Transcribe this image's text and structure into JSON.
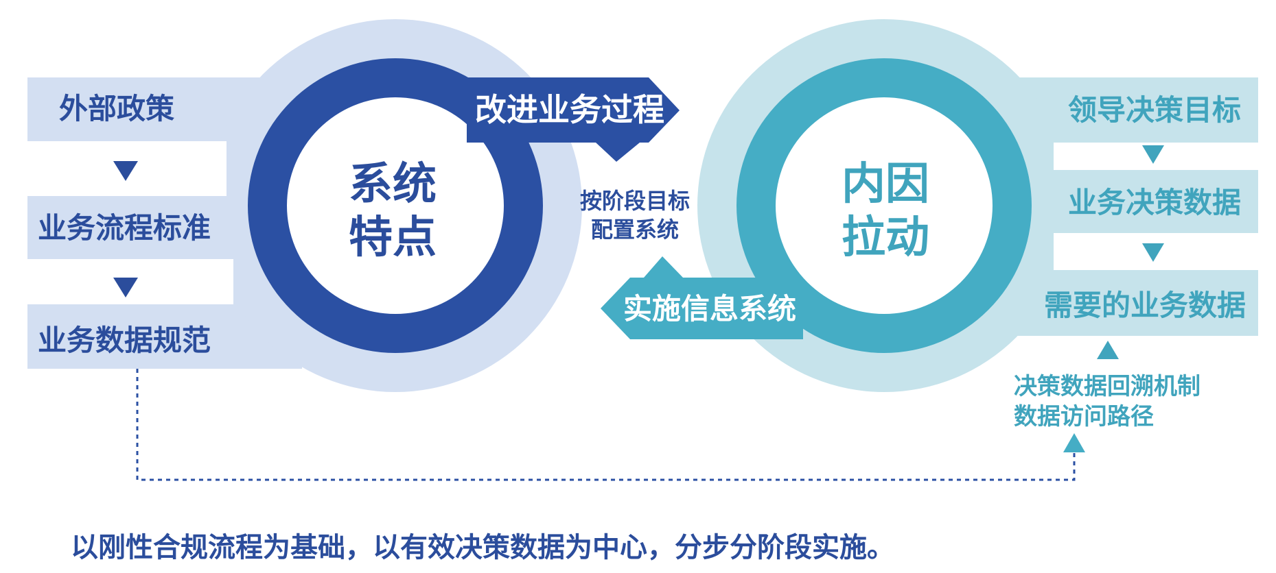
{
  "left": {
    "circle_text": [
      "系统",
      "特点"
    ],
    "items": [
      "外部政策",
      "业务流程标准",
      "业务数据规范"
    ],
    "arrow_label": "改进业务过程",
    "middle_note": [
      "按阶段目标",
      "配置系统"
    ]
  },
  "right": {
    "circle_text": [
      "内因",
      "拉动"
    ],
    "items": [
      "领导决策目标",
      "业务决策数据",
      "需要的业务数据"
    ],
    "arrow_label": "实施信息系统",
    "side_note": [
      "决策数据回溯机制",
      "数据访问路径"
    ]
  },
  "footer": "以刚性合规流程为基础，以有效决策数据为中心，分步分阶段实施。",
  "colors": {
    "left_dark": "#2b50a3",
    "left_light": "#d3dff2",
    "left_text": "#2b4d9c",
    "right_dark": "#45adc5",
    "right_light": "#c6e3eb",
    "right_text": "#40a4bd"
  }
}
